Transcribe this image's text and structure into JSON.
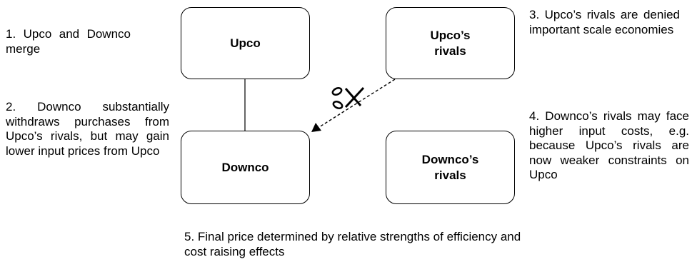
{
  "notes": {
    "note1": "1. Upco and Downco merge",
    "note2": "2. Downco substantially withdraws purchases from Upco’s rivals, but may gain lower input prices from Upco",
    "note3": "3. Upco’s rivals are denied important scale economies",
    "note4": "4. Downco’s rivals may face higher input costs, e.g. because Upco’s rivals are now weaker constraints on Upco",
    "note5": "5. Final price determined by relative strengths of efficiency and cost raising effects"
  },
  "boxes": {
    "upco": "Upco",
    "upcos_rivals_line1": "Upco’s",
    "upcos_rivals_line2": "rivals",
    "downco": "Downco",
    "downcos_rivals_line1": "Downco’s",
    "downcos_rivals_line2": "rivals"
  },
  "icons": {
    "cut": "scissors-icon"
  }
}
